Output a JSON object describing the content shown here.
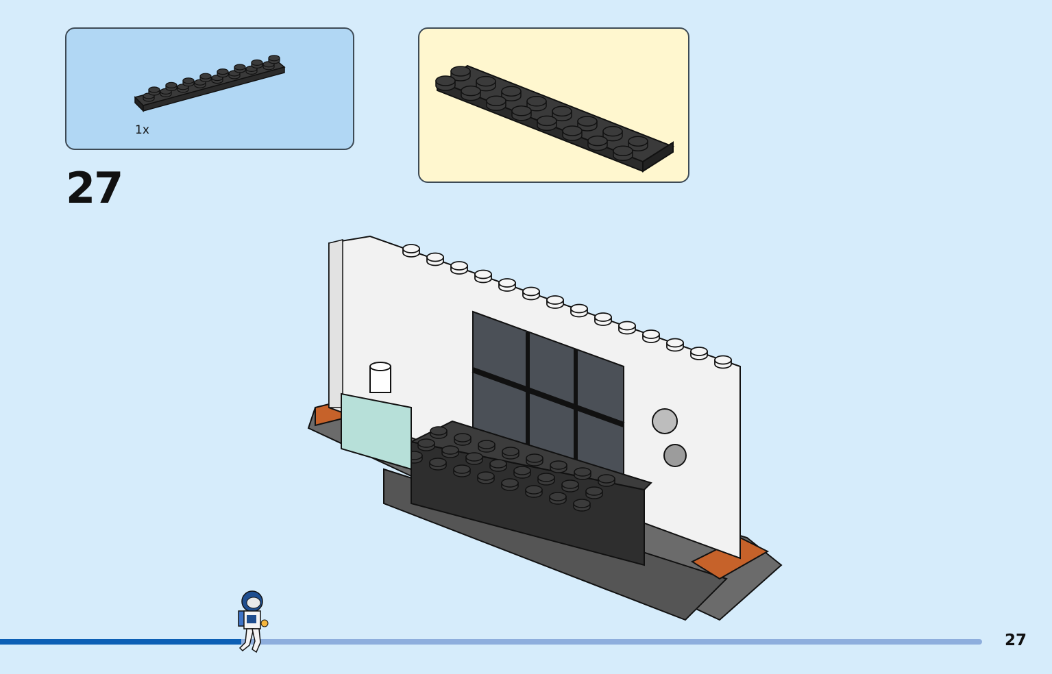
{
  "parts_list": {
    "quantity_label": "1x",
    "part_icon": "black-plate-2x8-icon"
  },
  "step": {
    "number": "27"
  },
  "callout": {
    "part_icon": "black-plate-2x8-icon"
  },
  "progress": {
    "fraction": 0.2455
  },
  "page": {
    "number": "27"
  },
  "colors": {
    "background": "#d6ecfb",
    "parts_box": "#b1d7f4",
    "callout_box": "#fff7cf",
    "progress_fill": "#0c5fb5",
    "progress_track": "#8eaedd"
  }
}
